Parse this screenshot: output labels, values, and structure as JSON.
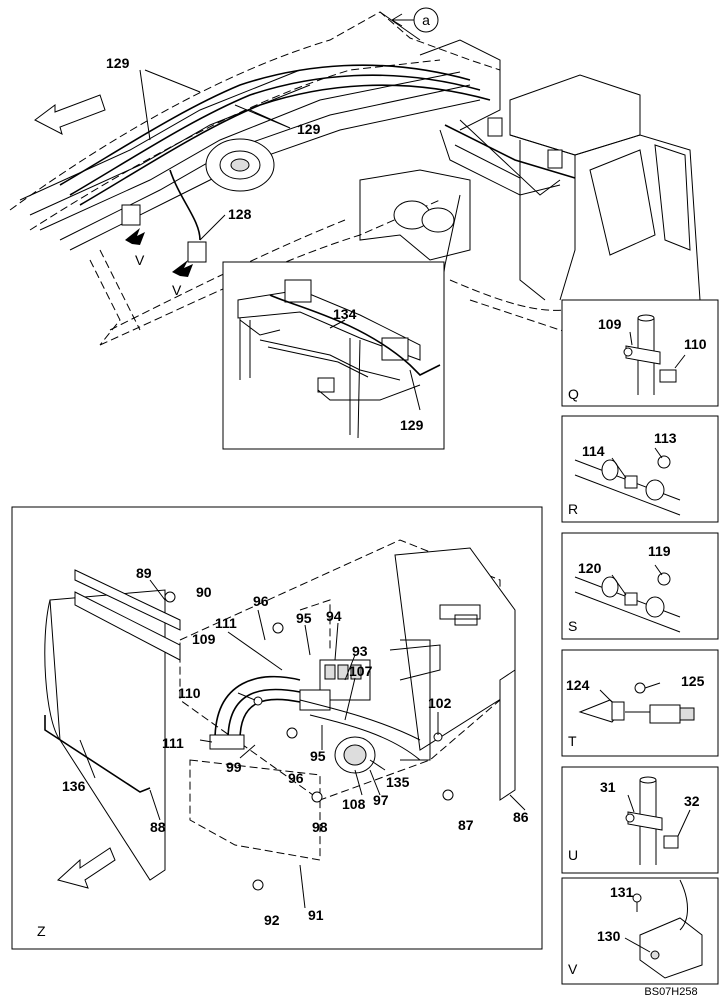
{
  "top_view": {
    "ref_circle": "a",
    "callouts": {
      "c129a": "129",
      "c129b": "129",
      "c128": "128",
      "v1": "V",
      "v2": "V"
    },
    "detail": {
      "c134": "134",
      "c129": "129"
    }
  },
  "main_view": {
    "label": "Z",
    "callouts": {
      "c89": "89",
      "c90": "90",
      "c96a": "96",
      "c111a": "111",
      "c95a": "95",
      "c94": "94",
      "c109": "109",
      "c93": "93",
      "c107": "107",
      "c110": "110",
      "c102": "102",
      "c111b": "111",
      "c99": "99",
      "c95b": "95",
      "c96b": "96",
      "c136": "136",
      "c135": "135",
      "c108": "108",
      "c97": "97",
      "c88": "88",
      "c98": "98",
      "c87": "87",
      "c86": "86",
      "c92": "92",
      "c91": "91"
    }
  },
  "side_panels": [
    {
      "view": "Q",
      "parts": [
        "109",
        "110"
      ]
    },
    {
      "view": "R",
      "parts": [
        "113",
        "114"
      ]
    },
    {
      "view": "S",
      "parts": [
        "119",
        "120"
      ]
    },
    {
      "view": "T",
      "parts": [
        "124",
        "125"
      ]
    },
    {
      "view": "U",
      "parts": [
        "31",
        "32"
      ]
    },
    {
      "view": "V",
      "parts": [
        "131",
        "130"
      ]
    }
  ],
  "footer_code": "BS07H258"
}
